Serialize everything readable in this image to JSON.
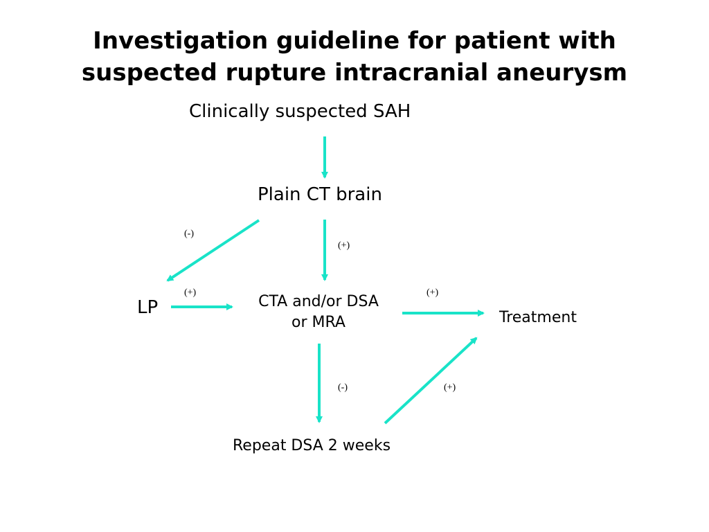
{
  "title": {
    "line1": "Investigation guideline for patient with",
    "line2": "suspected rupture intracranial aneurysm"
  },
  "nodes": {
    "sah": "Clinically suspected SAH",
    "ct": "Plain CT brain",
    "lp": "LP",
    "cta_line1": "CTA and/or DSA",
    "cta_line2": "or MRA",
    "treatment": "Treatment",
    "repeat": "Repeat DSA 2 weeks"
  },
  "edge_labels": {
    "ct_to_lp": "(-)",
    "ct_to_cta": "(+)",
    "lp_to_cta": "(+)",
    "cta_to_treatment": "(+)",
    "cta_to_repeat": "(-)",
    "repeat_to_treatment": "(+)"
  },
  "colors": {
    "arrow": "#19e3c8"
  }
}
